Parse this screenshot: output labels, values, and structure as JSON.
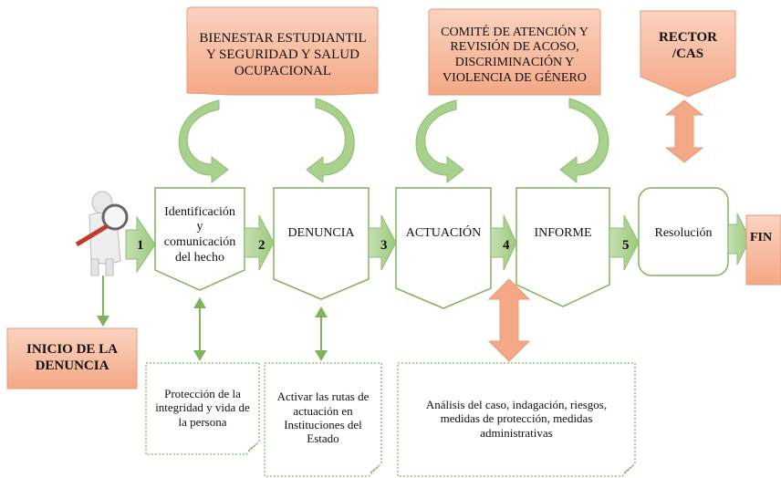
{
  "entities": {
    "bienestar": "BIENESTAR ESTUDIANTIL\nY SEGURIDAD Y SALUD\nOCUPACIONAL",
    "comite": "COMITÉ DE ATENCIÓN Y\nREVISIÓN DE ACOSO,\nDISCRIMINACIÓN Y\nVIOLENCIA DE GÉNERO",
    "rector": "RECTOR\n/CAS"
  },
  "steps": {
    "identificacion": "Identificación\ny\ncomunicación\ndel hecho",
    "denuncia": "DENUNCIA",
    "actuacion": "ACTUACIÓN",
    "informe": "INFORME",
    "resolucion": "Resolución"
  },
  "start_label": "INICIO DE LA\nDENUNCIA",
  "end_label": "FIN",
  "step_numbers": [
    "1",
    "2",
    "3",
    "4",
    "5"
  ],
  "notes": {
    "proteccion": "Protección de la\nintegridad y vida de\nla persona",
    "rutas": "Activar las rutas de\nactuación en\nInstituciones del\nEstado",
    "analisis": "Análisis del caso, indagación, riesgos,\nmedidas de protección, medidas\nadministrativas"
  },
  "colors": {
    "orange_fill": "#f7b697",
    "orange_stroke": "#e59a78",
    "green_fill": "#a9d18e",
    "green_stroke": "#8fbc6f",
    "box_stroke": "#7fb35b",
    "note_stroke": "#7fb35b"
  },
  "icons": [
    "person-magnifier-icon"
  ]
}
